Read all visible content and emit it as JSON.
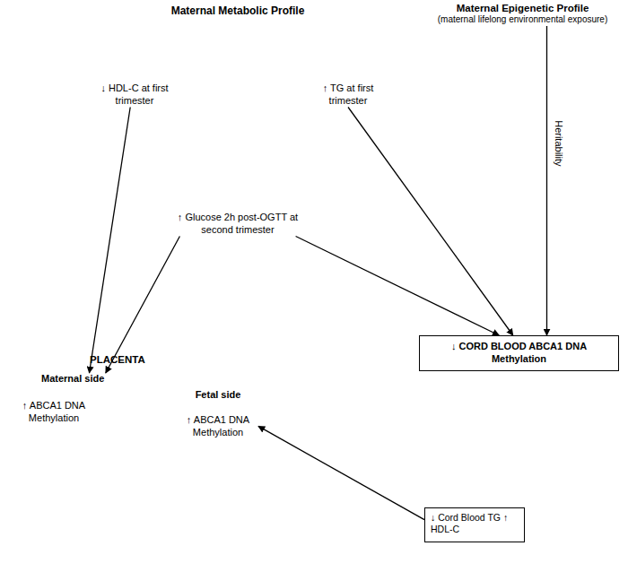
{
  "diagram": {
    "nodes": [
      {
        "text": [
          "Maternal Metabolic Profile"
        ]
      },
      {
        "text": [
          "↓ HDL-C at first trimester"
        ],
        "in": 0
      },
      {
        "text": [
          "↑ TG at first trimester"
        ],
        "in": 0
      },
      {
        "text": [
          "↑ Glucose 2h post-OGTT at second trimester"
        ],
        "in": 0
      },
      {
        "text": [
          "Maternal Epigenetic Profile",
          "(maternal lifelong environmental exposure)"
        ]
      },
      {
        "text": [
          "PLACENTA"
        ]
      },
      {
        "text": [
          "Maternal side",
          "↑ ABCA1 DNA Methylation"
        ],
        "in": 5
      },
      {
        "text": [
          "Fetal side",
          "↑ ABCA1 DNA Methylation"
        ],
        "in": 5
      },
      {
        "text": [
          "↓ CORD BLOOD ABCA1 DNA Methylation"
        ]
      },
      {
        "text": [
          "↓ Cord Blood TG ↑ HDL-C"
        ]
      }
    ],
    "edges": [
      {
        "from": 1,
        "to": 6,
        "arrow": "to"
      },
      {
        "from": 3,
        "to": 6,
        "arrow": "to"
      },
      {
        "from": 3,
        "to": 8,
        "arrow": "to"
      },
      {
        "from": 2,
        "to": 8,
        "arrow": "to"
      },
      {
        "from": 4,
        "to": 8,
        "label": "Heritability",
        "arrow": "to"
      },
      {
        "from": 9,
        "to": 7,
        "arrow": "to"
      }
    ]
  }
}
